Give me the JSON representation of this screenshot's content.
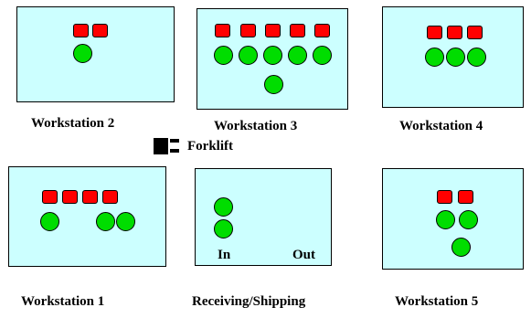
{
  "labels": {
    "ws2": "Workstation 2",
    "ws3": "Workstation 3",
    "ws4": "Workstation 4",
    "ws1": "Workstation 1",
    "rs": "Receiving/Shipping",
    "ws5": "Workstation 5",
    "forklift": "Forklift",
    "in": "In",
    "out": "Out"
  },
  "counts": {
    "ws2": {
      "machines": 2,
      "parts": 1
    },
    "ws3": {
      "machines": 5,
      "parts": 6
    },
    "ws4": {
      "machines": 3,
      "parts": 3
    },
    "ws1": {
      "machines": 4,
      "parts": 3
    },
    "rs": {
      "machines": 0,
      "parts": 2
    },
    "ws5": {
      "machines": 2,
      "parts": 3
    }
  },
  "colors": {
    "station_fill": "#ccffff",
    "machine": "#ff0000",
    "part": "#00dd00"
  },
  "icons": {
    "forklift": "forklift-icon"
  }
}
